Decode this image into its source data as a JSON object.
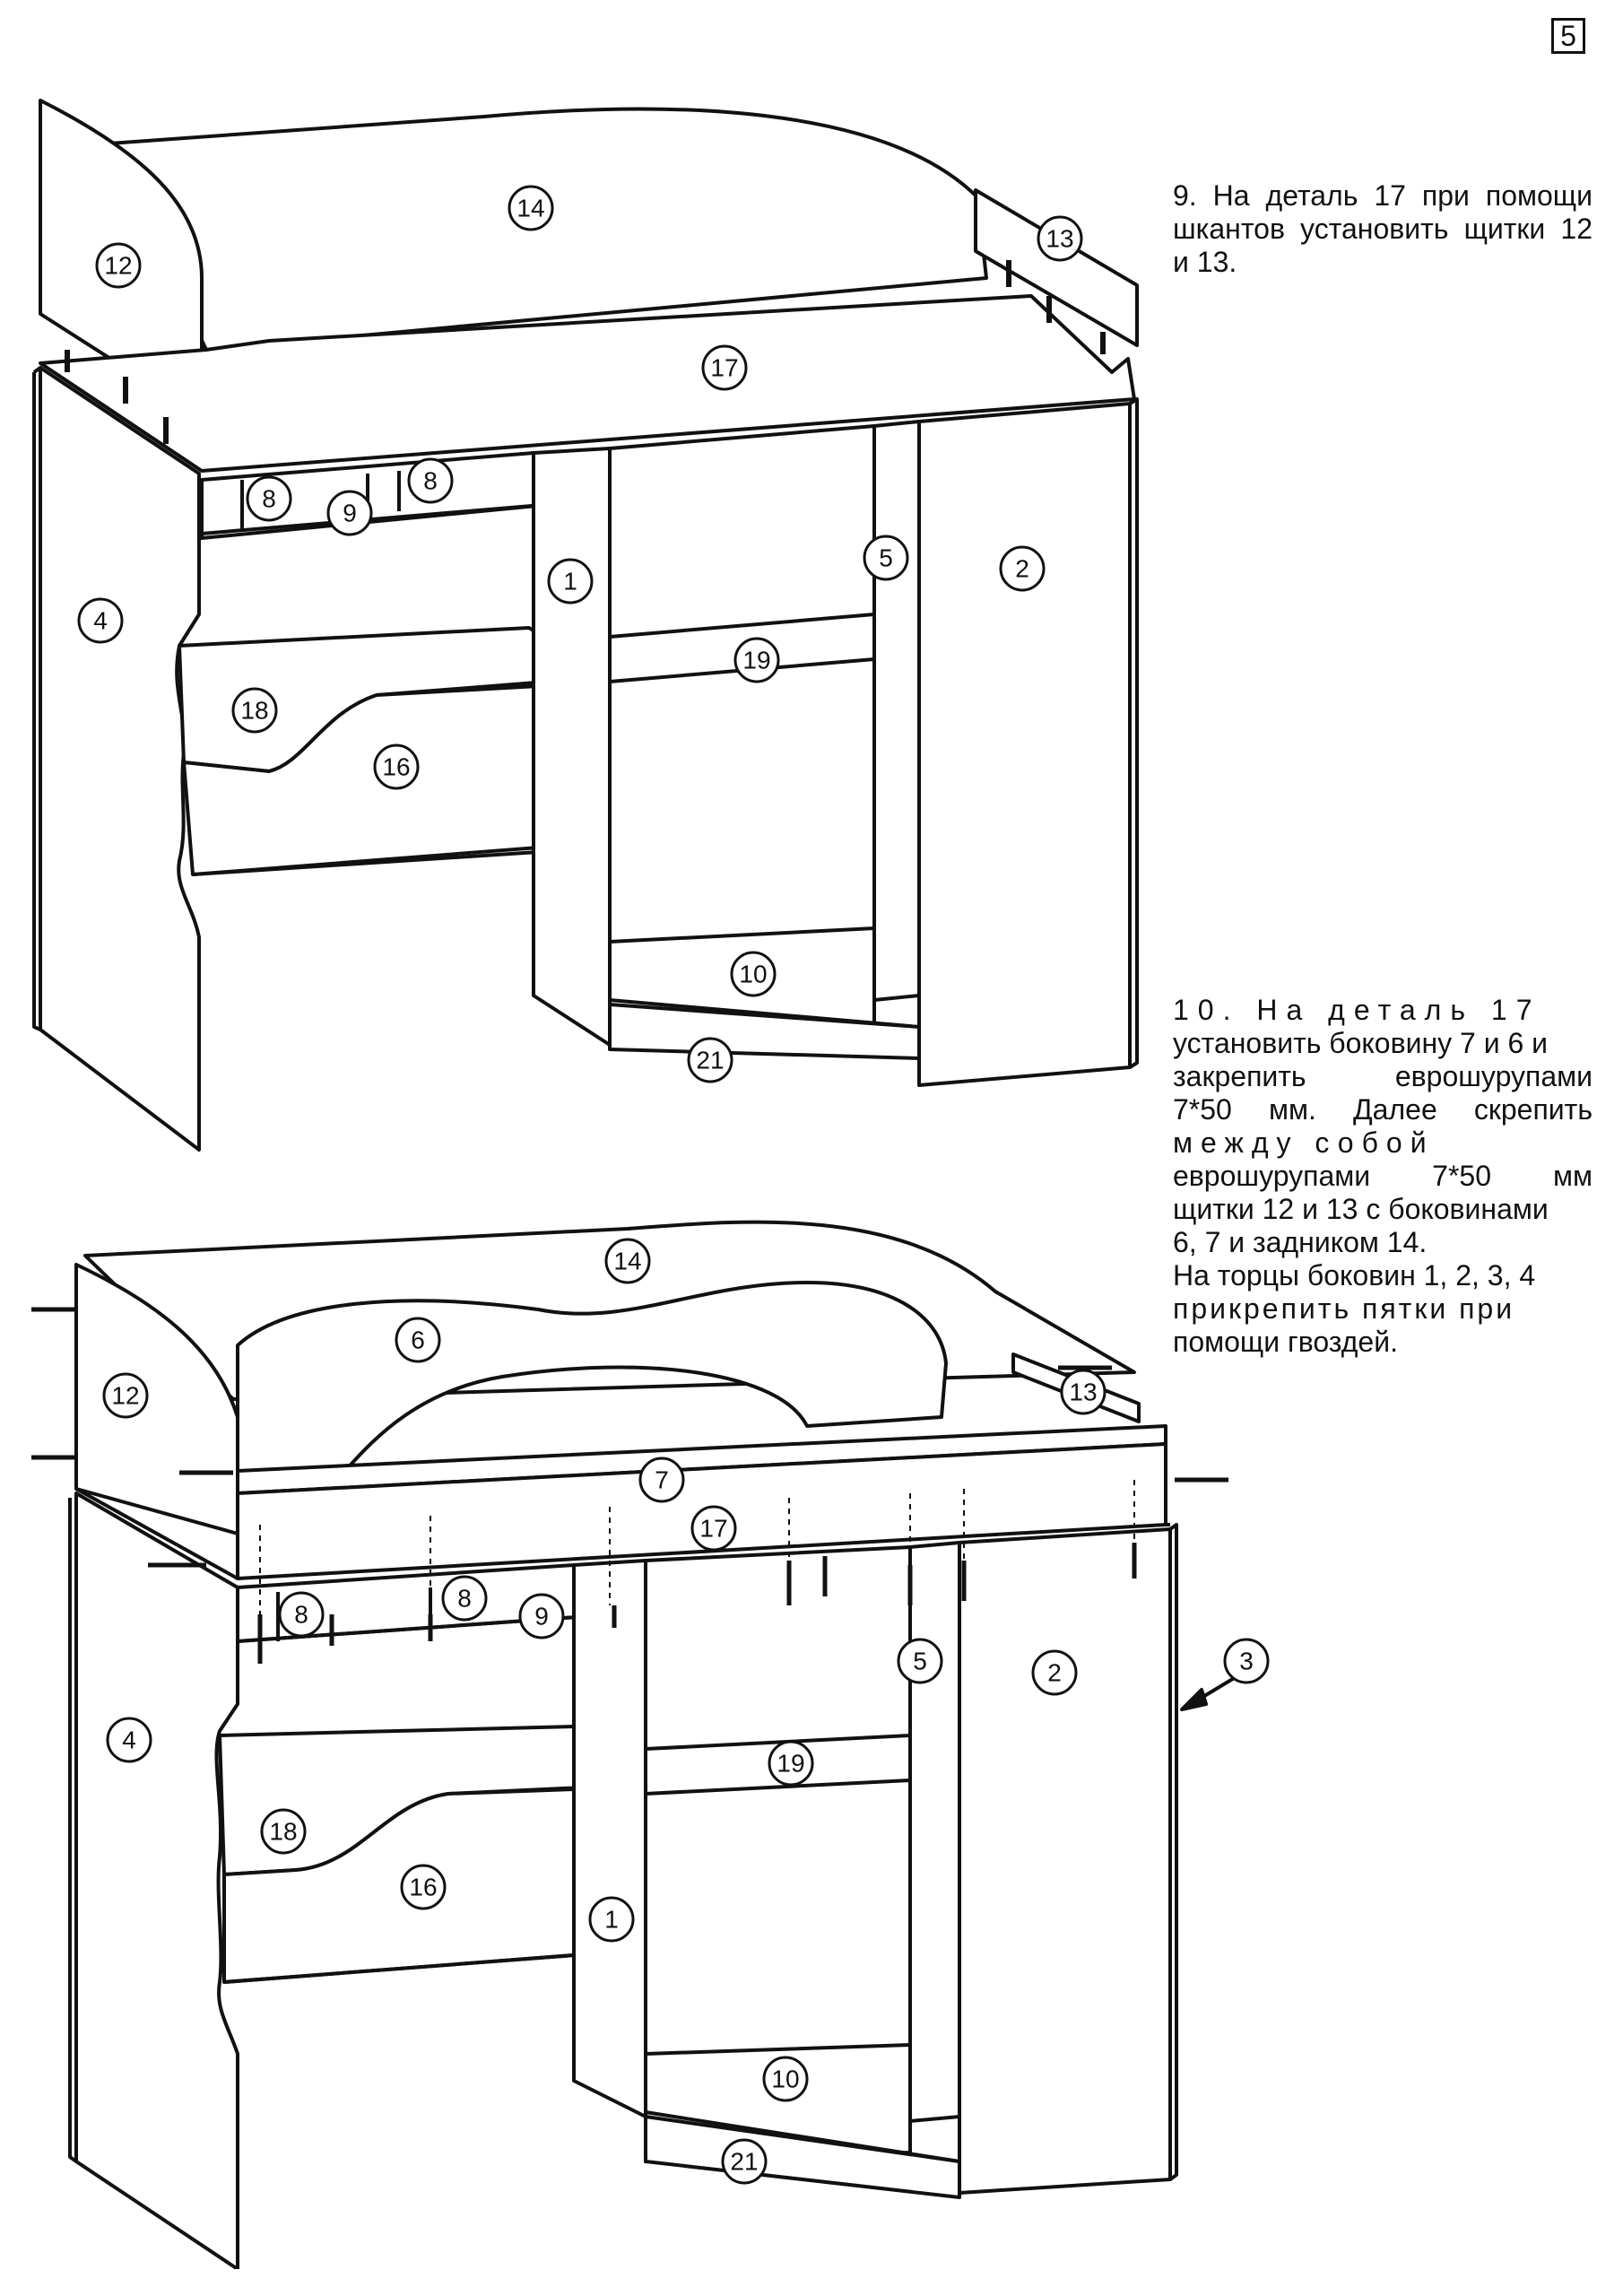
{
  "page": {
    "number": "5"
  },
  "instructions": {
    "step9": "9. На деталь 17 при помощи шкантов установить щитки 12 и 13.",
    "step10_lines": [
      "10. На деталь 17",
      "установить боковину 7 и 6 и",
      "закрепить еврошурупами",
      "7*50 мм. Далее скрепить",
      "между собой",
      "еврошурупами 7*50 мм",
      "щитки 12 и 13 с боковинами",
      "6, 7 и задником 14.",
      "На торцы боковин 1, 2, 3, 4",
      "прикрепить пятки при",
      "помощи гвоздей."
    ]
  },
  "diagram_top": {
    "labels": [
      "14",
      "12",
      "13",
      "17",
      "8",
      "9",
      "8",
      "1",
      "5",
      "2",
      "4",
      "19",
      "18",
      "16",
      "10",
      "21"
    ]
  },
  "diagram_bottom": {
    "labels": [
      "14",
      "6",
      "12",
      "13",
      "7",
      "17",
      "8",
      "8",
      "9",
      "5",
      "2",
      "3",
      "4",
      "19",
      "18",
      "16",
      "1",
      "10",
      "21"
    ]
  }
}
